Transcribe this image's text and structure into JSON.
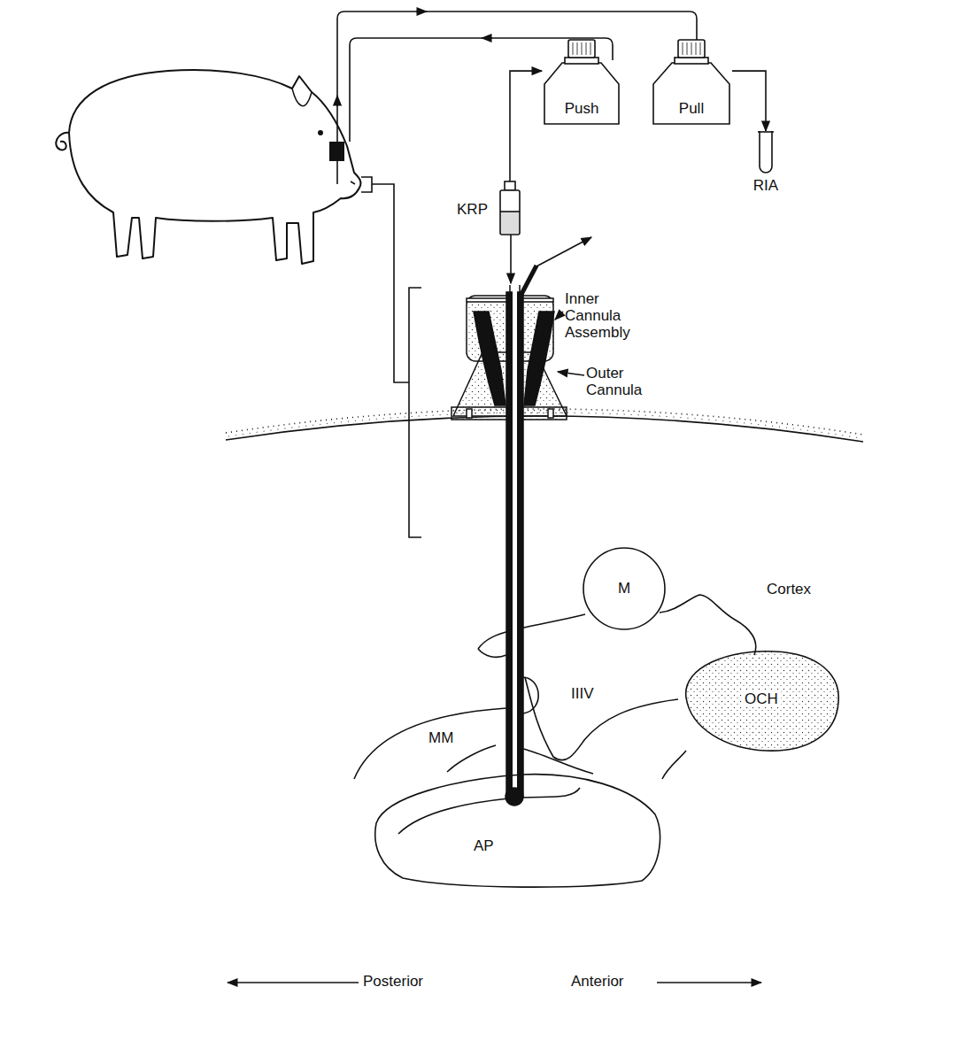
{
  "diagram": {
    "nodes": [
      {
        "text": [
          "Push"
        ]
      },
      {
        "text": [
          "Pull"
        ]
      },
      {
        "text": [
          "RIA"
        ]
      },
      {
        "text": [
          "KRP"
        ]
      },
      {
        "text": [
          "M"
        ]
      },
      {
        "text": [
          "OCH"
        ]
      },
      {
        "text": [
          "AP"
        ]
      }
    ],
    "edges": [
      {
        "from": 3,
        "to": 0,
        "arrow": "to"
      },
      {
        "from": 1,
        "to": 2,
        "arrow": "to"
      }
    ],
    "labels": [
      "Inner Cannula Assembly",
      "Outer Cannula",
      "Cortex",
      "IIIV",
      "MM",
      "Posterior",
      "Anterior"
    ]
  }
}
